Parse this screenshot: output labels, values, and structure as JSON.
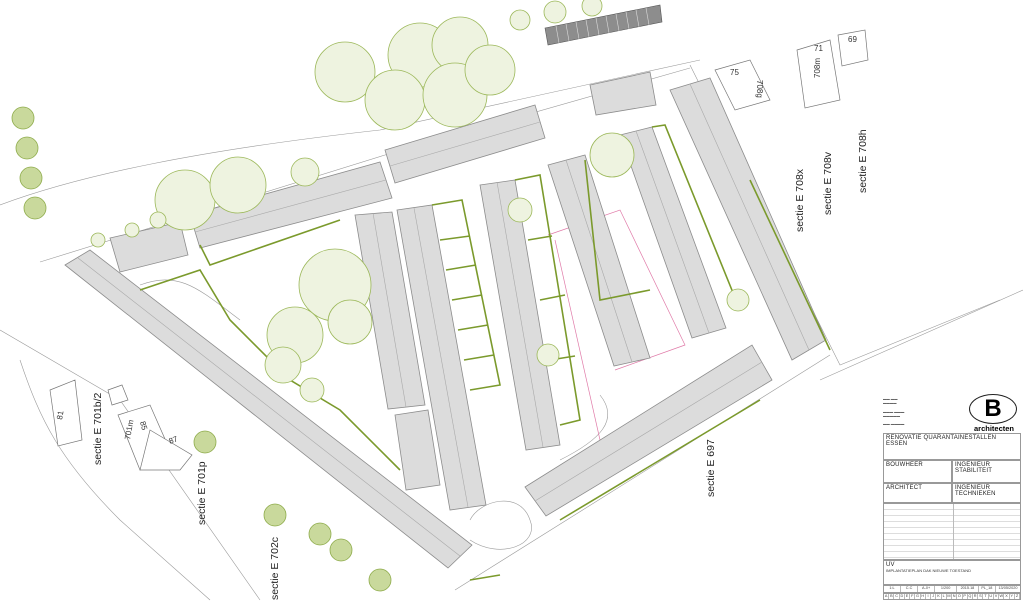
{
  "drawing": {
    "sections": [
      "sectie E 701b/2",
      "sectie E 701p",
      "sectie E 702c",
      "sectie E 697",
      "sectie E 708x",
      "sectie E 708v",
      "sectie E 708h"
    ],
    "parcels": [
      "81",
      "85",
      "87",
      "701m",
      "75",
      "708g",
      "71",
      "708m",
      "69"
    ],
    "colors": {
      "roof": "#dcdcdc",
      "green_boundary": "#7b9a2c",
      "trees": "#9cb85a",
      "pink_line": "#e07aa8"
    }
  },
  "title_block": {
    "logo_letter": "B",
    "logo_text": "architecten",
    "project": "RENOVATIE QUARANTAINESTALLEN ESSEN",
    "bouwheer": "BOUWHEER",
    "ingenieur_stabiliteit": "INGENIEUR STABILITEIT",
    "architect": "ARCHITECT",
    "ingenieur_technieken": "INGENIEUR TECHNIEKEN",
    "phase": "UV",
    "drawing_title": "IMPLANTATIEPLAN DAK NIEUWE TOESTAND",
    "meta": [
      "1:L",
      "C.C",
      "A-0+",
      "1/200",
      "2015.18",
      "PL_18",
      "13/05/2020"
    ],
    "revision_letters": [
      "A",
      "B",
      "C",
      "D",
      "E",
      "F",
      "G",
      "H",
      "I",
      "J",
      "K",
      "L",
      "M",
      "N",
      "O",
      "P",
      "Q",
      "R",
      "S",
      "T",
      "U",
      "V",
      "W",
      "X",
      "Y",
      "Z"
    ]
  }
}
